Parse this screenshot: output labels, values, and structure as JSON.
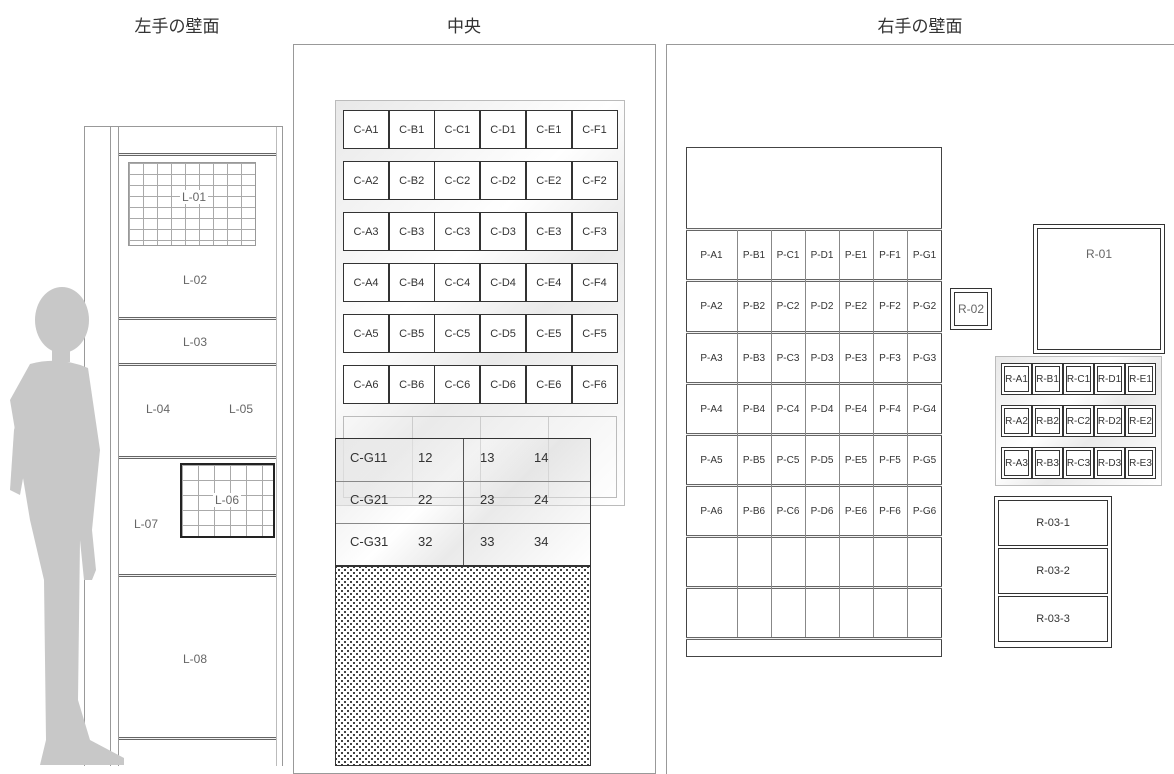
{
  "headers": {
    "left": "左手の壁面",
    "center": "中央",
    "right": "右手の壁面"
  },
  "left_wall": {
    "L01": "L-01",
    "L02": "L-02",
    "L03": "L-03",
    "L04": "L-04",
    "L05": "L-05",
    "L06": "L-06",
    "L07": "L-07",
    "L08": "L-08"
  },
  "center": {
    "rows": [
      [
        "C-A1",
        "C-B1",
        "C-C1",
        "C-D1",
        "C-E1",
        "C-F1"
      ],
      [
        "C-A2",
        "C-B2",
        "C-C2",
        "C-D2",
        "C-E2",
        "C-F2"
      ],
      [
        "C-A3",
        "C-B3",
        "C-C3",
        "C-D3",
        "C-E3",
        "C-F3"
      ],
      [
        "C-A4",
        "C-B4",
        "C-C4",
        "C-D4",
        "C-E4",
        "C-F4"
      ],
      [
        "C-A5",
        "C-B5",
        "C-C5",
        "C-D5",
        "C-E5",
        "C-F5"
      ],
      [
        "C-A6",
        "C-B6",
        "C-C6",
        "C-D6",
        "C-E6",
        "C-F6"
      ]
    ],
    "g_rows": [
      [
        "C-G11",
        "12",
        "13",
        "14"
      ],
      [
        "C-G21",
        "22",
        "23",
        "24"
      ],
      [
        "C-G31",
        "32",
        "33",
        "34"
      ]
    ]
  },
  "right_wall": {
    "p_rows": [
      [
        "P-A1",
        "P-B1",
        "P-C1",
        "P-D1",
        "P-E1",
        "P-F1",
        "P-G1"
      ],
      [
        "P-A2",
        "P-B2",
        "P-C2",
        "P-D2",
        "P-E2",
        "P-F2",
        "P-G2"
      ],
      [
        "P-A3",
        "P-B3",
        "P-C3",
        "P-D3",
        "P-E3",
        "P-F3",
        "P-G3"
      ],
      [
        "P-A4",
        "P-B4",
        "P-C4",
        "P-D4",
        "P-E4",
        "P-F4",
        "P-G4"
      ],
      [
        "P-A5",
        "P-B5",
        "P-C5",
        "P-D5",
        "P-E5",
        "P-F5",
        "P-G5"
      ],
      [
        "P-A6",
        "P-B6",
        "P-C6",
        "P-D6",
        "P-E6",
        "P-F6",
        "P-G6"
      ]
    ],
    "R01": "R-01",
    "R02": "R-02",
    "r_rows": [
      [
        "R-A1",
        "R-B1",
        "R-C1",
        "R-D1",
        "R-E1"
      ],
      [
        "R-A2",
        "R-B2",
        "R-C2",
        "R-D2",
        "R-E2"
      ],
      [
        "R-A3",
        "R-B3",
        "R-C3",
        "R-D3",
        "R-E3"
      ]
    ],
    "r03": [
      "R-03-1",
      "R-03-2",
      "R-03-3"
    ]
  }
}
